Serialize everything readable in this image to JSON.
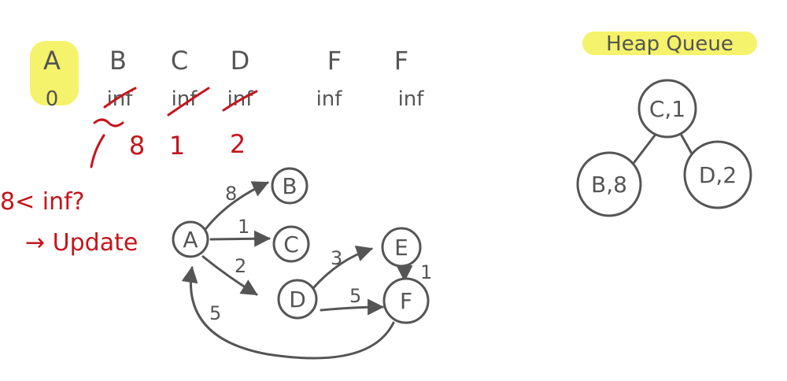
{
  "colors": {
    "ink": "#555555",
    "annotation": "#c4161c",
    "highlight": "#f5f26b"
  },
  "distance_table": {
    "headers": [
      "A",
      "B",
      "C",
      "D",
      "F",
      "F"
    ],
    "initial": [
      "0",
      "inf",
      "inf",
      "inf",
      "inf",
      "inf"
    ],
    "struck_columns": [
      1,
      2,
      3
    ],
    "updated": [
      {
        "column": 1,
        "value": "8"
      },
      {
        "column": 2,
        "value": "1"
      },
      {
        "column": 3,
        "value": "2"
      }
    ],
    "highlighted_column": 0
  },
  "annotation": {
    "question": "8< inf?",
    "action": "→ Update"
  },
  "graph": {
    "nodes": [
      "A",
      "B",
      "C",
      "D",
      "E",
      "F"
    ],
    "edges": [
      {
        "from": "A",
        "to": "B",
        "weight": "8"
      },
      {
        "from": "A",
        "to": "C",
        "weight": "1"
      },
      {
        "from": "A",
        "to": "D",
        "weight": "2"
      },
      {
        "from": "D",
        "to": "E",
        "weight": "3"
      },
      {
        "from": "D",
        "to": "F",
        "weight": "5"
      },
      {
        "from": "E",
        "to": "F",
        "weight": "1"
      },
      {
        "from": "F",
        "to": "A",
        "weight": "5"
      }
    ]
  },
  "heap": {
    "title": "Heap Queue",
    "root": "C,1",
    "left": "B,8",
    "right": "D,2"
  }
}
